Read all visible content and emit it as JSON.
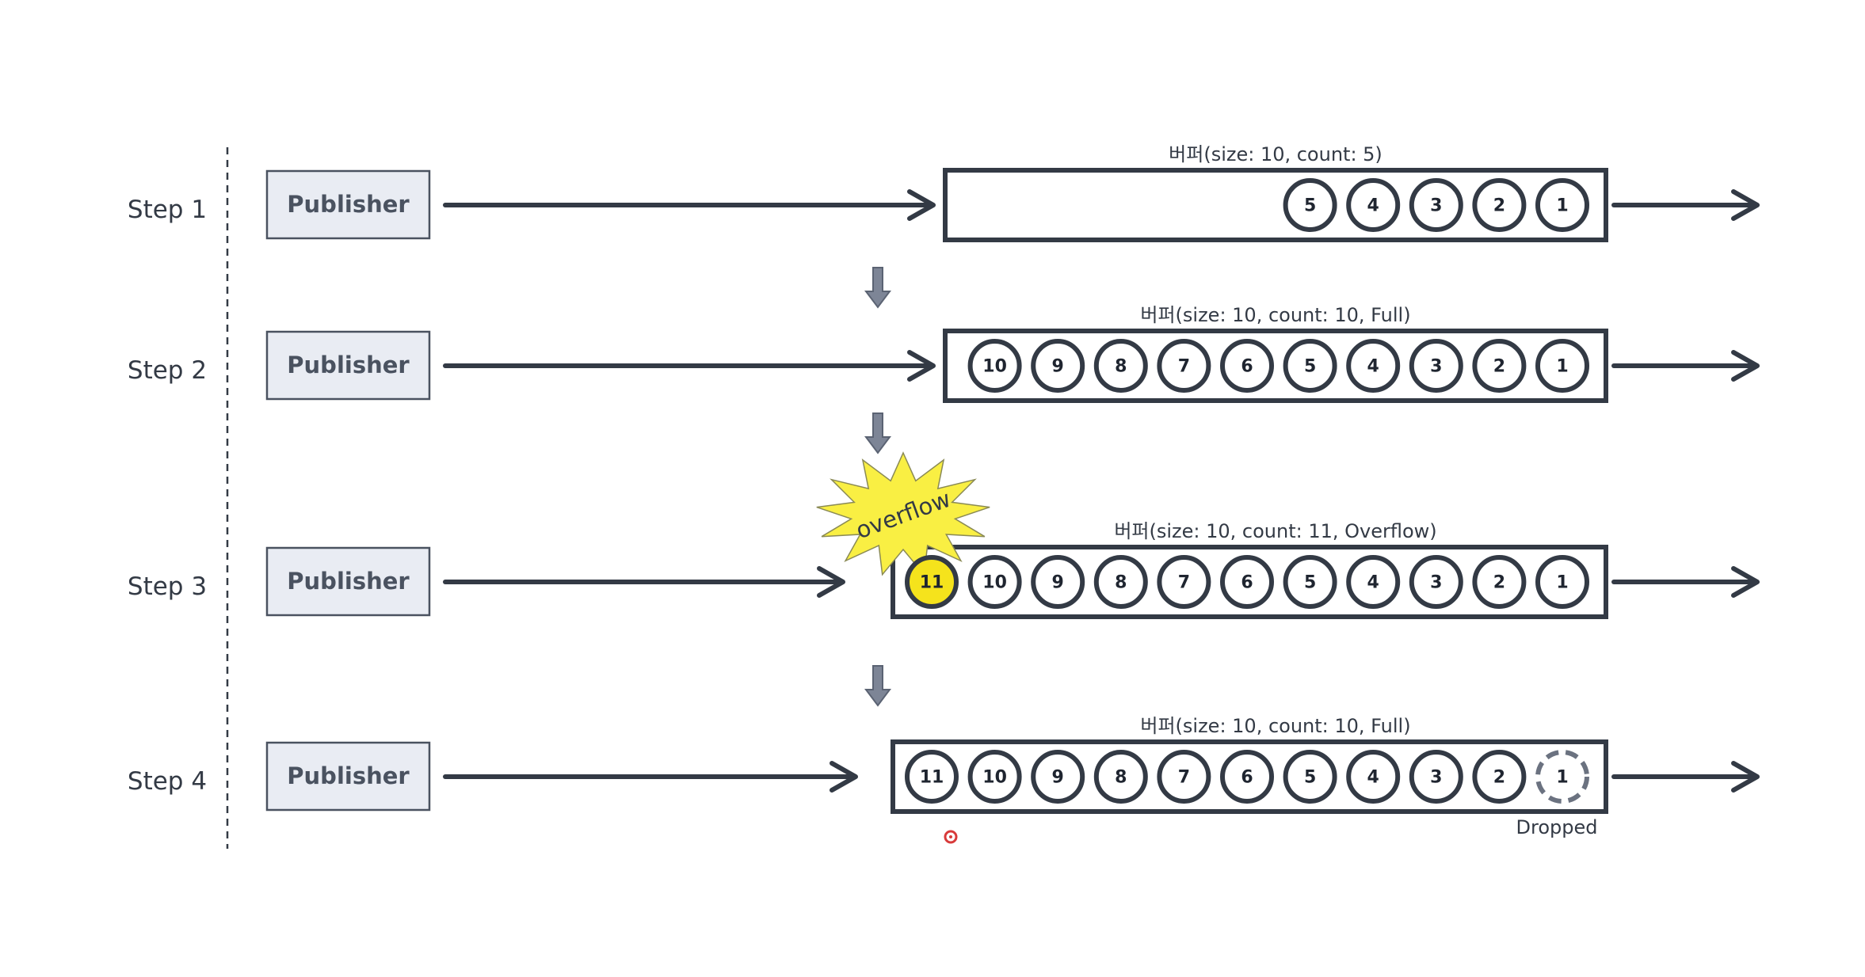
{
  "colors": {
    "stroke": "#333a45",
    "publisher_fill": "#e9ecf3",
    "publisher_border": "#4a5260",
    "buffer_border": "#333a45",
    "ball_fill": "#ffffff",
    "ball_highlight": "#f5e31c",
    "burst_fill": "#f9ef43",
    "down_arrow": "#7d8596"
  },
  "steps": [
    {
      "label": "Step 1",
      "publisher": "Publisher",
      "buffer_caption": "버퍼(size: 10, count: 5)",
      "balls": [
        "5",
        "4",
        "3",
        "2",
        "1"
      ]
    },
    {
      "label": "Step 2",
      "publisher": "Publisher",
      "buffer_caption": "버퍼(size: 10, count: 10, Full)",
      "balls": [
        "10",
        "9",
        "8",
        "7",
        "6",
        "5",
        "4",
        "3",
        "2",
        "1"
      ]
    },
    {
      "label": "Step 3",
      "publisher": "Publisher",
      "buffer_caption": "버퍼(size: 10, count: 11, Overflow)",
      "balls": [
        "11",
        "10",
        "9",
        "8",
        "7",
        "6",
        "5",
        "4",
        "3",
        "2",
        "1"
      ],
      "highlight_ball": "11",
      "burst_label": "overflow"
    },
    {
      "label": "Step 4",
      "publisher": "Publisher",
      "buffer_caption": "버퍼(size: 10, count: 10, Full)",
      "balls": [
        "11",
        "10",
        "9",
        "8",
        "7",
        "6",
        "5",
        "4",
        "3",
        "2",
        "1"
      ],
      "dropped_ball": "1",
      "dropped_label": "Dropped"
    }
  ]
}
